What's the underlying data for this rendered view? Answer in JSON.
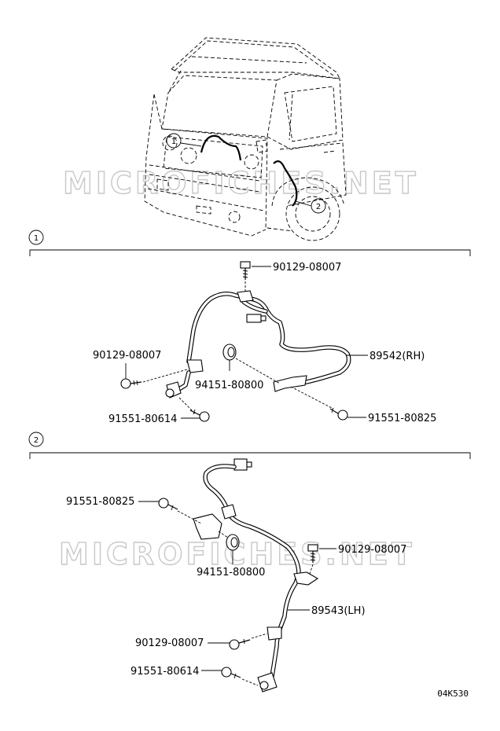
{
  "watermark": "MICROFICHES.NET",
  "figure_code": "04K530",
  "truck_callouts": [
    "1",
    "2"
  ],
  "sections": [
    {
      "number": "1",
      "labels": {
        "bolt_top": "90129-08007",
        "bolt_left": "90129-08007",
        "harness": "89542(RH)",
        "grommet": "94151-80800",
        "sensor_bolt": "91551-80614",
        "bracket_bolt": "91551-80825"
      }
    },
    {
      "number": "2",
      "labels": {
        "bracket_bolt": "91551-80825",
        "grommet": "94151-80800",
        "bolt_right": "90129-08007",
        "harness": "89543(LH)",
        "bolt_lower": "90129-08007",
        "sensor_bolt": "91551-80614"
      }
    }
  ]
}
